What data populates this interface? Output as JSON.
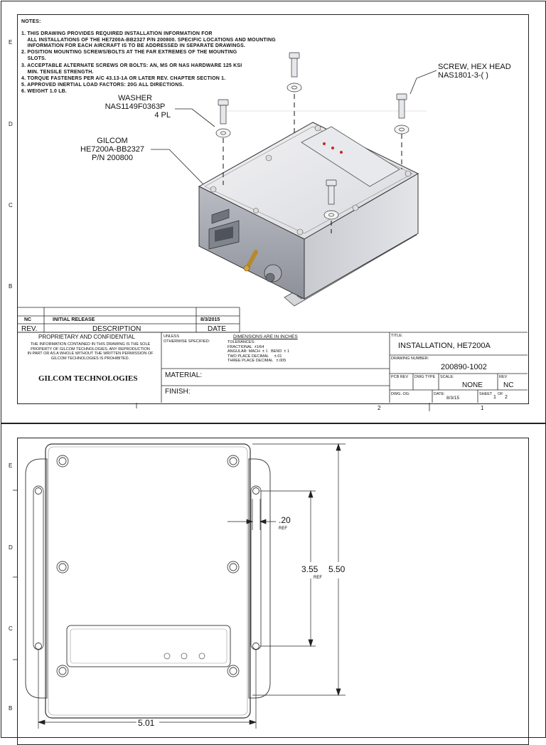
{
  "sheet1": {
    "zone_letters": [
      "E",
      "D",
      "C",
      "B"
    ],
    "notes_title": "NOTES:",
    "notes": [
      "1. THIS DRAWING PROVIDES REQUIRED INSTALLATION INFORMATION FOR",
      "    ALL INSTALLATIONS OF THE HE7200A-BB2327 P/N 200800. SPECIFIC LOCATIONS AND MOUNTING",
      "    INFORMATION FOR EACH AIRCRAFT IS TO BE ADDRESSED IN SEPARATE DRAWINGS.",
      "2. POSITION MOUNTING SCREWS/BOLTS AT THE FAR EXTREMES OF THE MOUNTING",
      "    SLOTS.",
      "3. ACCEPTABLE ALTERNATE SCREWS OR BOLTS: AN, MS OR NAS HARDWARE 125 KSI",
      "    MIN. TENSILE STRENGTH.",
      "4. TORQUE FASTENERS PER A/C 43.13-1A OR LATER REV. CHAPTER SECTION 1.",
      "5. APPROVED INERTIAL LOAD FACTORS: 20G ALL DIRECTIONS.",
      "6. WEIGHT 1.0 LB."
    ],
    "callouts": {
      "screw": [
        "SCREW, HEX HEAD",
        "NAS1801-3-( )"
      ],
      "washer": [
        "WASHER",
        "NAS1149F0363P",
        "4 PL"
      ],
      "unit": [
        "GILCOM",
        "HE7200A-BB2327",
        "P/N 200800"
      ]
    },
    "revision_block": {
      "rev": "NC",
      "description": "INITIAL RELEASE",
      "date": "8/3/2015",
      "headers": {
        "rev": "REV.",
        "description": "DESCRIPTION",
        "date": "DATE"
      }
    },
    "title_block": {
      "proprietary_title": "PROPRIETARY AND CONFIDENTIAL",
      "proprietary_text": [
        "THE INFORMATION CONTAINED IN THIS DRAWING IS THE SOLE",
        "PROPERTY OF GILCOM TECHNOLOGIES. ANY REPRODUCTION",
        "IN PART OR AS A WHOLE WITHOUT THE WRITTEN PERMISSION OF",
        "GILCOM TECHNOLOGIES IS PROHIBITED."
      ],
      "company": "GILCOM TECHNOLOGIES",
      "unless": [
        "UNLESS",
        "OTHERWISE SPECIFIED:"
      ],
      "dims_title": "DIMENSIONS ARE IN INCHES",
      "tolerances_label": "TOLERANCES:",
      "tolerances": [
        "FRACTIONAL  ±1/64",
        "ANGULAR: MACH  ± 1   BEND  ± 1",
        "TWO PLACE DECIMAL     ±.01",
        "THREE PLACE DECIMAL   ±.005"
      ],
      "material_label": "MATERIAL:",
      "finish_label": "FINISH:",
      "title_label": "TITLE:",
      "title": "INSTALLATION, HE7200A",
      "drawing_number_label": "DRAWING NUMBER:",
      "drawing_number": "200890-1002",
      "pcb_rev_label": "PCB REV",
      "dwg_type_label": "DWG TYPE",
      "scale_label": "SCALE:",
      "scale": "NONE",
      "rev_label": "REV",
      "rev": "NC",
      "dwg_og_label": "DWG. OG:",
      "date_label": "DATE:",
      "date": "8/3/15",
      "sheet_label": "SHEET",
      "sheet_num": "1",
      "of_label": "OF",
      "sheet_total": "2"
    },
    "bottom_zone_numbers": [
      "2",
      "1"
    ]
  },
  "sheet2": {
    "zone_letters": [
      "E",
      "D",
      "C",
      "B"
    ],
    "dimensions": {
      "slot_width": ".20",
      "slot_ref": "REF",
      "hole_spacing": "3.55",
      "hole_ref": "REF",
      "height": "5.50",
      "width": "5.01"
    }
  }
}
